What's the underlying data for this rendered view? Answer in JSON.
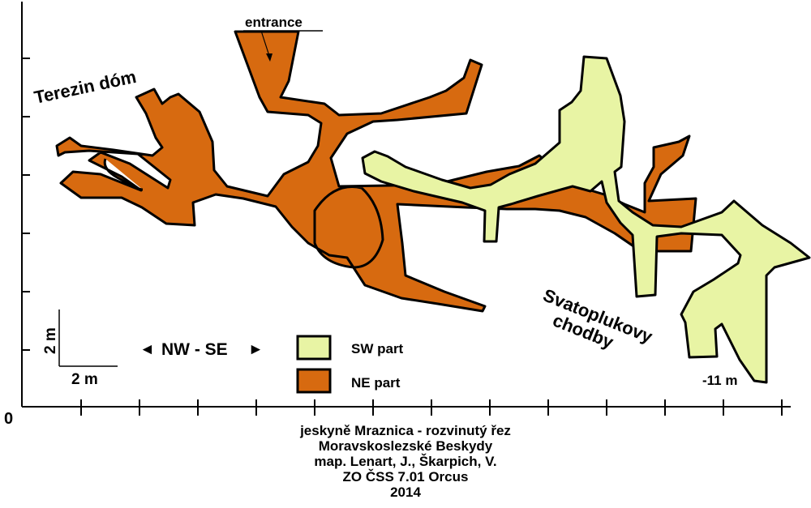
{
  "labels": {
    "entrance": "entrance",
    "terezin": "Terezin dóm",
    "svatoplukovy_1": "Svatoplukovy",
    "svatoplukovy_2": "chodby",
    "depth": "-11 m",
    "origin": "0"
  },
  "scale": {
    "vertical": "2 m",
    "horizontal": "2 m"
  },
  "direction": {
    "left_arrow": "◄",
    "text": "NW - SE",
    "right_arrow": "►"
  },
  "legend": [
    {
      "label": "SW part",
      "color": "#e8f4a4"
    },
    {
      "label": "NE part",
      "color": "#d76a10"
    }
  ],
  "colors": {
    "ne_part": "#d76a10",
    "sw_part": "#e8f4a4",
    "outline": "#000000"
  },
  "caption": [
    "jeskyně Mraznica - rozvinutý řez",
    "Moravskoslezské Beskydy",
    "map. Lenart, J., Škarpich, V.",
    "ZO ČSS 7.01 Orcus",
    "2014"
  ]
}
